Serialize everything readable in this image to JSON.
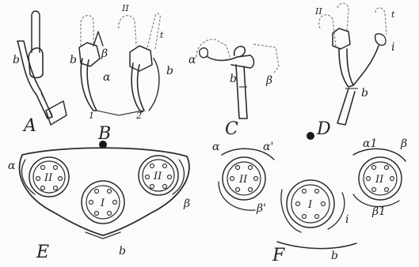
{
  "figure": {
    "panel_labels": [
      "A",
      "B",
      "C",
      "D",
      "E",
      "F"
    ],
    "labels": {
      "b": "b",
      "alpha": "α",
      "beta": "β",
      "alpha1": "α1",
      "beta1": "β1",
      "alpha_prime": "α'",
      "beta_prime": "β'",
      "one": "1",
      "two": "2",
      "i": "i",
      "t": "t",
      "roman_I": "I",
      "roman_II": "II"
    }
  }
}
